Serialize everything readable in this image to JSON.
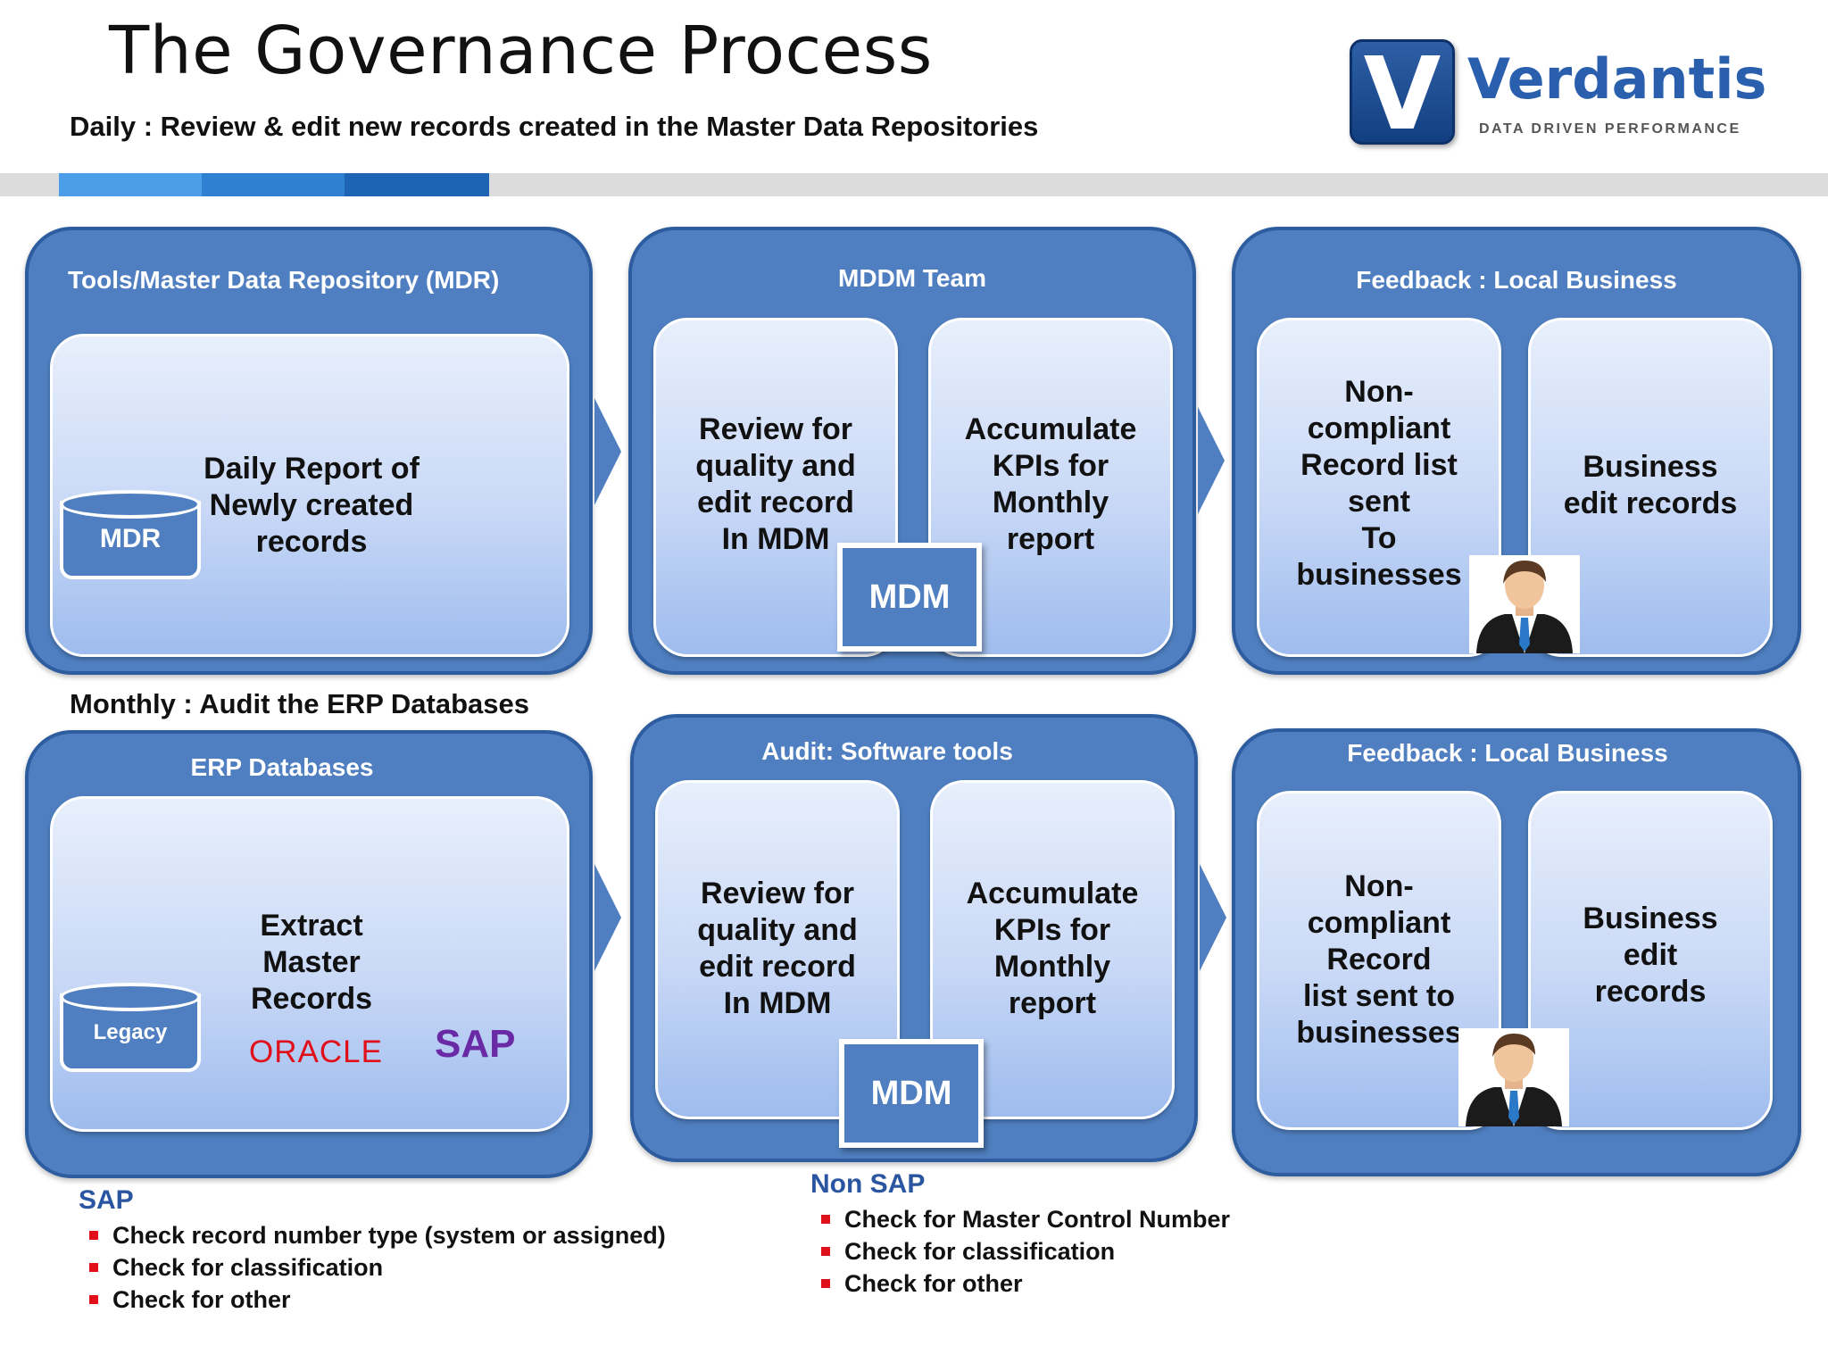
{
  "title": "The Governance Process",
  "daily_subtitle": "Daily : Review & edit new records created in the Master Data Repositories",
  "monthly_subtitle": "Monthly : Audit the ERP Databases",
  "logo": {
    "letter": "V",
    "name": "Verdantis",
    "tagline": "DATA DRIVEN PERFORMANCE"
  },
  "header_bar_colors": [
    "#4a9de6",
    "#2f80d0",
    "#1e64b4"
  ],
  "colors": {
    "panel": "#4f7fc0",
    "panel_border": "#2d5d9f",
    "oracle": "#e0101b",
    "sap_logo": "#6a2aa6",
    "list_title": "#2a55a0",
    "bullet": "#e0101b"
  },
  "daily": {
    "mdr_panel": {
      "title": "Tools/Master Data Repository (MDR)",
      "card_text": "Daily Report of\nNewly created\nrecords",
      "db_label": "MDR"
    },
    "team_panel": {
      "title": "MDDM Team",
      "card1": "Review for\nquality and\nedit record\nIn MDM",
      "card2": "Accumulate\nKPIs for\nMonthly\nreport",
      "badge": "MDM"
    },
    "feedback_panel": {
      "title": "Feedback : Local Business",
      "card1": "Non-\ncompliant\nRecord list\nsent\nTo\nbusinesses",
      "card2": "Business\nedit  records"
    }
  },
  "monthly": {
    "erp_panel": {
      "title": "ERP Databases",
      "card_text": "Extract\nMaster\nRecords",
      "db_label": "Legacy",
      "oracle": "ORACLE",
      "sap": "SAP"
    },
    "audit_panel": {
      "title": "Audit: Software tools",
      "card1": "Review for\nquality and\nedit record\nIn MDM",
      "card2": "Accumulate\nKPIs for\nMonthly\nreport",
      "badge": "MDM"
    },
    "feedback_panel": {
      "title": "Feedback : Local Business",
      "card1": "Non-\ncompliant\nRecord\nlist sent to\nbusinesses",
      "card2": "Business\nedit\nrecords"
    }
  },
  "sap_list": {
    "title": "SAP",
    "items": [
      "Check record number type (system or assigned)",
      "Check for classification",
      "Check for other"
    ]
  },
  "nonsap_list": {
    "title": "Non SAP",
    "items": [
      "Check for Master Control Number",
      "Check for classification",
      "Check for other"
    ]
  }
}
